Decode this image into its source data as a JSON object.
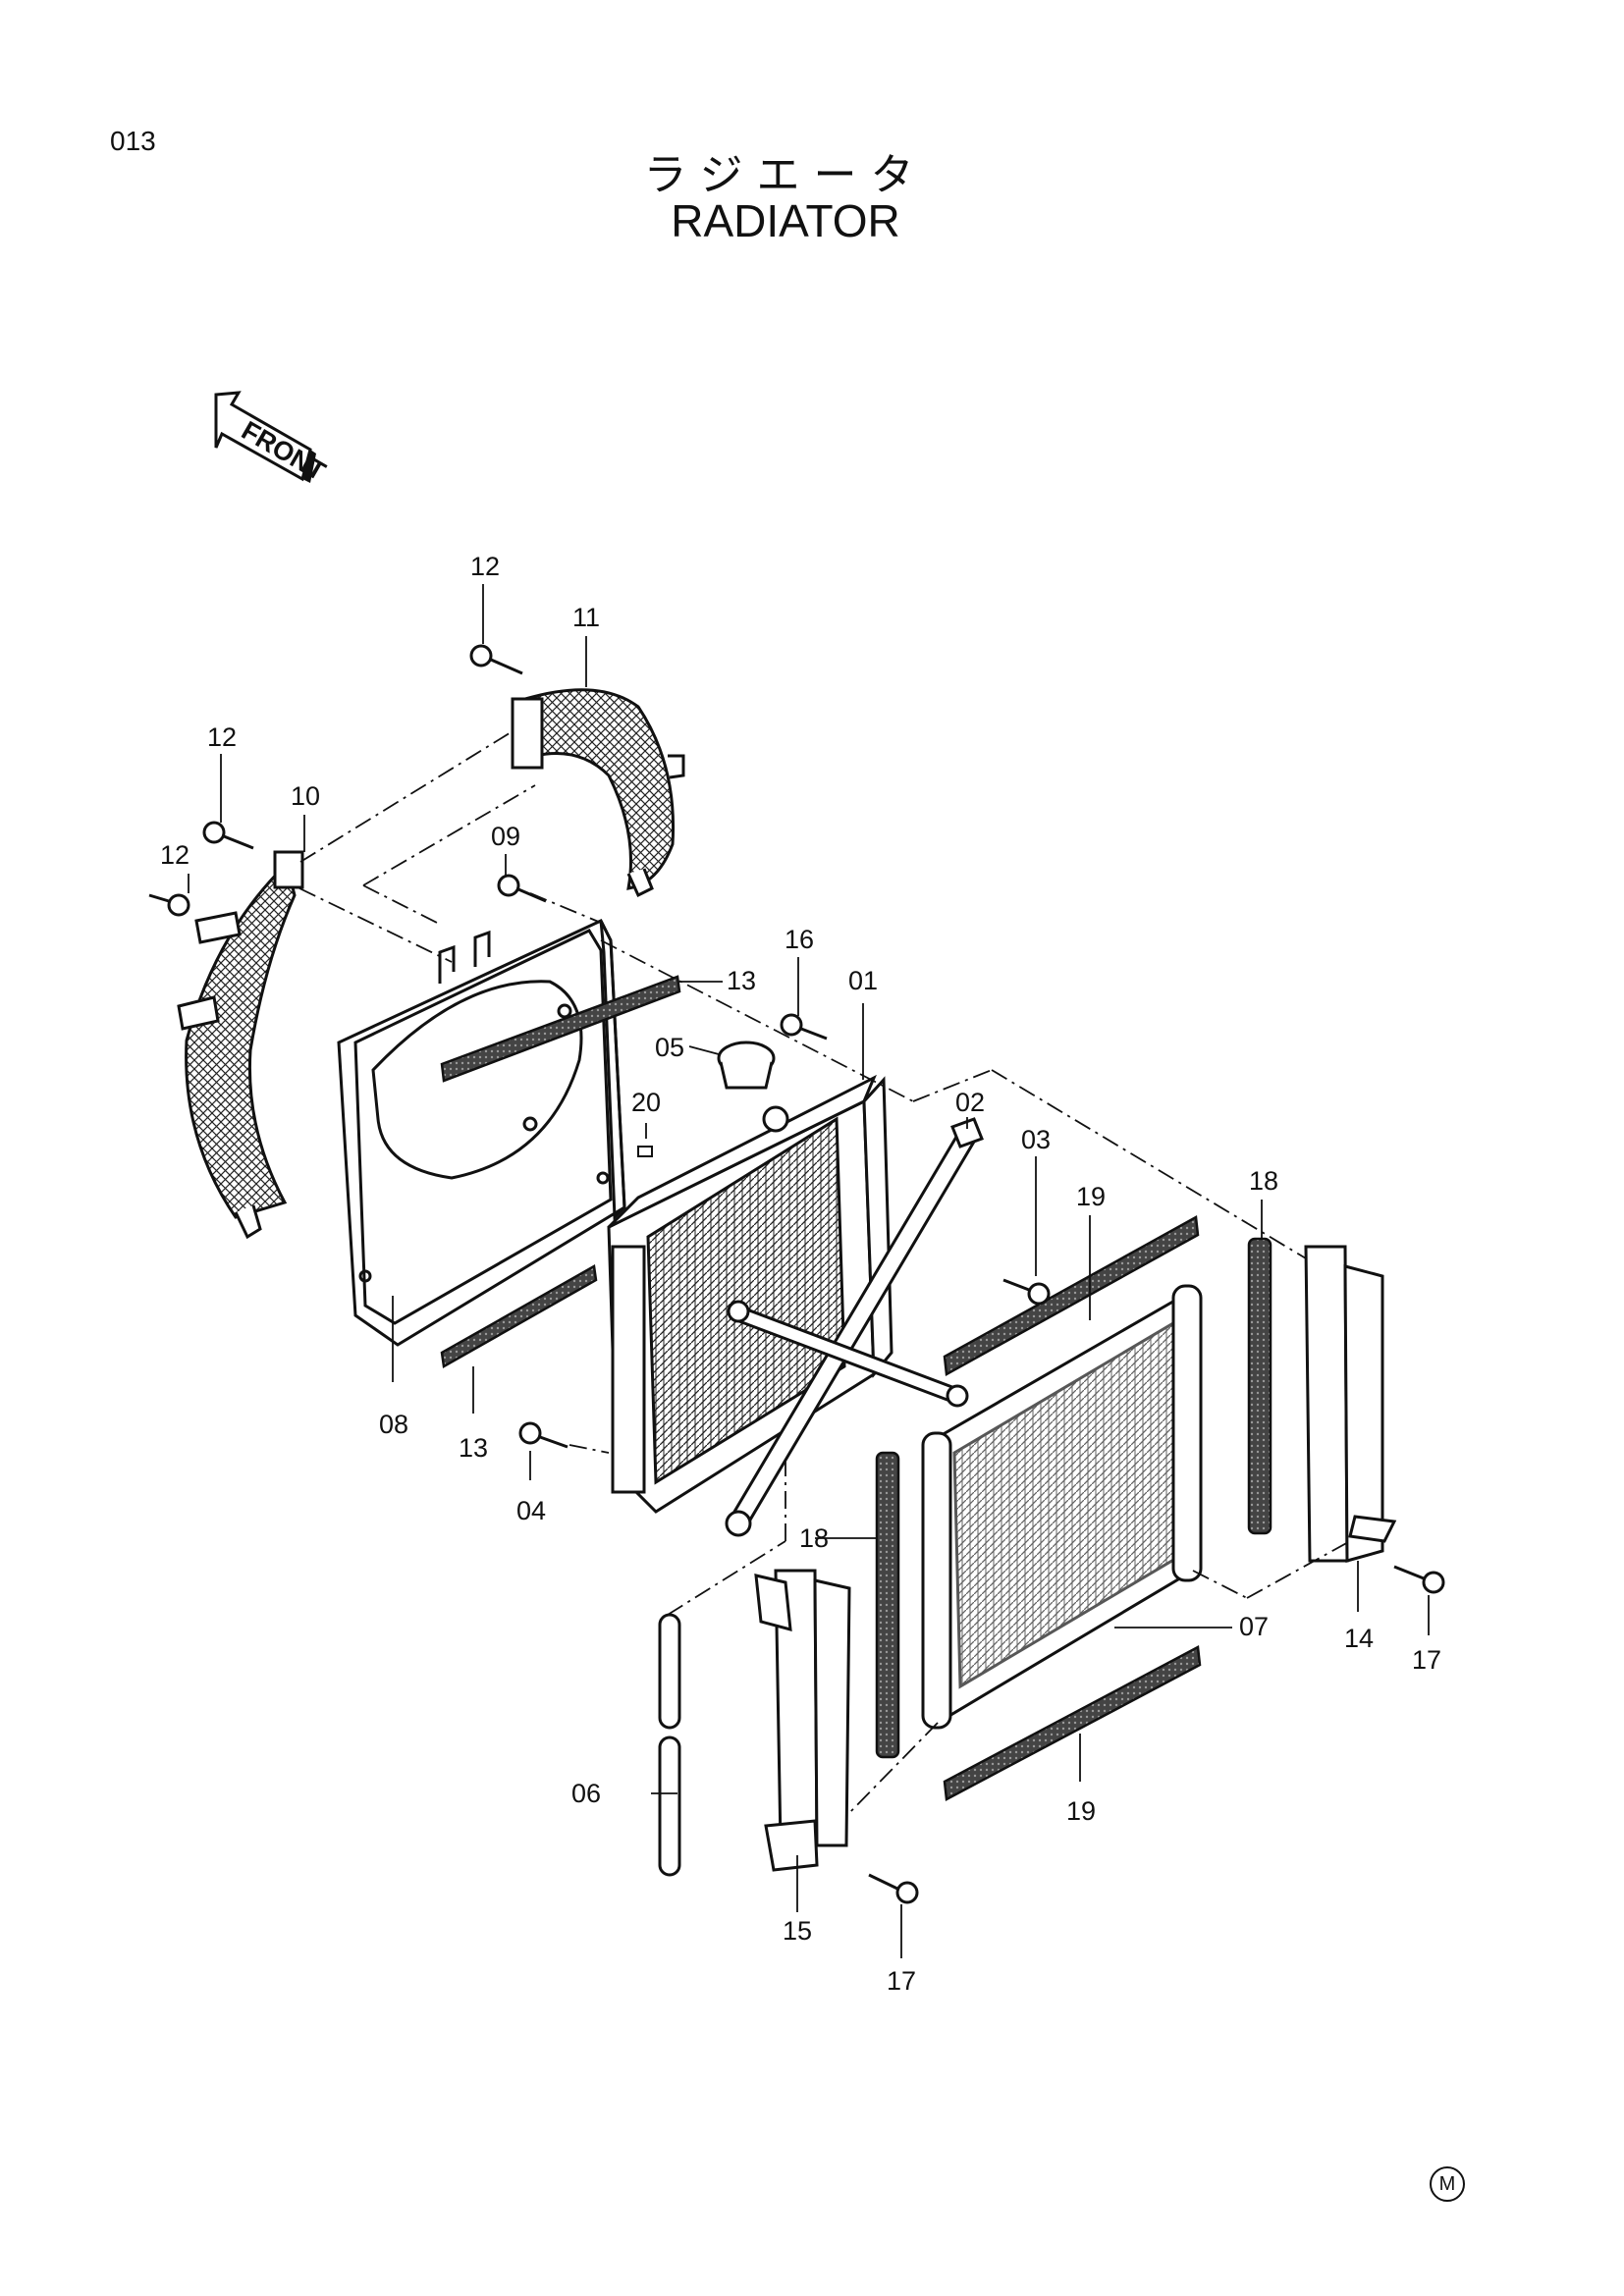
{
  "page_number": "013",
  "title_jp": "ラジエータ",
  "title_en": "RADIATOR",
  "front_label": "FRONT",
  "corner_mark": "M",
  "callouts": {
    "c01": "01",
    "c02": "02",
    "c03": "03",
    "c04": "04",
    "c05": "05",
    "c06": "06",
    "c07": "07",
    "c08": "08",
    "c09": "09",
    "c10": "10",
    "c11": "11",
    "c12a": "12",
    "c12b": "12",
    "c12c": "12",
    "c13a": "13",
    "c13b": "13",
    "c14": "14",
    "c15": "15",
    "c16": "16",
    "c17a": "17",
    "c17b": "17",
    "c18a": "18",
    "c18b": "18",
    "c19a": "19",
    "c19b": "19",
    "c20": "20"
  }
}
